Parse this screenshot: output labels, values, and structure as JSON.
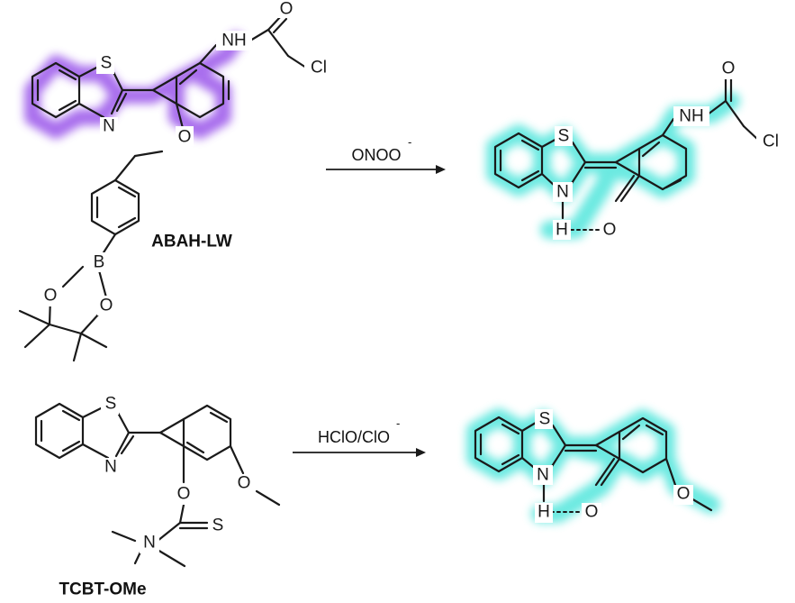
{
  "colors": {
    "probe_glow": "#9a55ea",
    "product_glow": "#5be7de",
    "ink": "#1a1a1a"
  },
  "atoms": {
    "S": "S",
    "N": "N",
    "O": "O",
    "NH": "NH",
    "Cl": "Cl",
    "B": "B",
    "H": "H"
  },
  "compounds": {
    "top_probe": "ABAH-LW",
    "bottom_probe": "TCBT-OMe"
  },
  "reactions": {
    "top_reagent": "ONOO",
    "top_reagent_charge": "-",
    "bottom_reagent": "HClO/ClO",
    "bottom_reagent_charge": "-"
  }
}
